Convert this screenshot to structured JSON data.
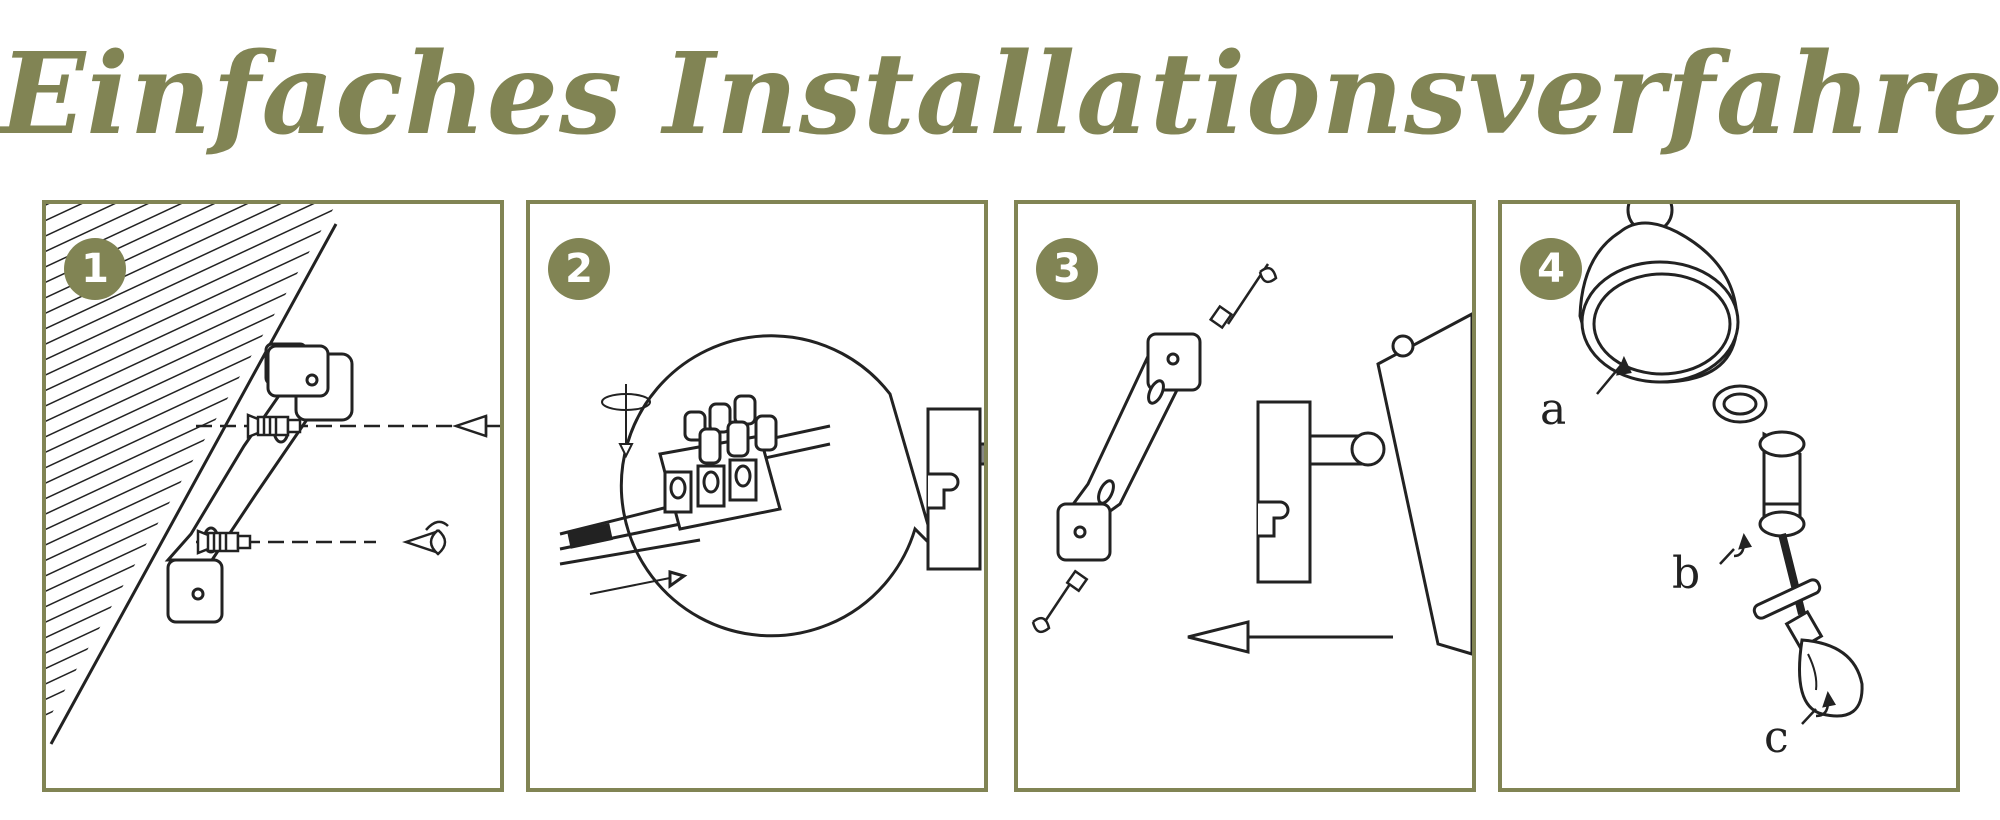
{
  "title": "Einfaches Installationsverfahren",
  "accent_color": "#818454",
  "steps": [
    {
      "number": "1"
    },
    {
      "number": "2"
    },
    {
      "number": "3"
    },
    {
      "number": "4",
      "labels": [
        "a",
        "b",
        "c"
      ]
    }
  ]
}
